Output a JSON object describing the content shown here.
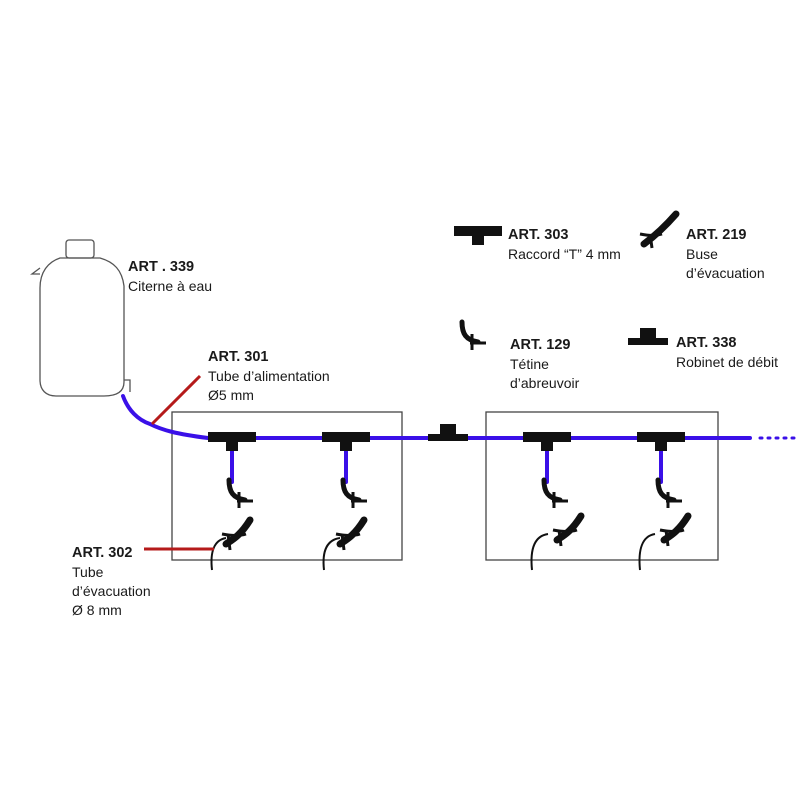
{
  "colors": {
    "feed_tube": "#3a10e8",
    "leader": "#b51a1a",
    "fitting": "#111111",
    "outline": "#555555"
  },
  "labels": {
    "art339": {
      "code": "ART . 339",
      "lines": [
        "Citerne à eau"
      ]
    },
    "art301": {
      "code": "ART. 301",
      "lines": [
        "Tube d’alimentation",
        "Ø5 mm"
      ]
    },
    "art302": {
      "code": "ART. 302",
      "lines": [
        "Tube",
        "d’évacuation",
        "Ø 8 mm"
      ]
    },
    "art303": {
      "code": "ART. 303",
      "lines": [
        "Raccord “T” 4 mm"
      ]
    },
    "art219": {
      "code": "ART. 219",
      "lines": [
        "Buse",
        "d’évacuation"
      ]
    },
    "art129": {
      "code": "ART. 129",
      "lines": [
        "Tétine",
        "d’abreuvoir"
      ]
    },
    "art338": {
      "code": "ART. 338",
      "lines": [
        "Robinet de débit"
      ]
    }
  },
  "icons": [
    "water-tank-icon",
    "tee-fitting-icon",
    "drain-nozzle-icon",
    "drinker-teat-icon",
    "flow-valve-icon"
  ]
}
